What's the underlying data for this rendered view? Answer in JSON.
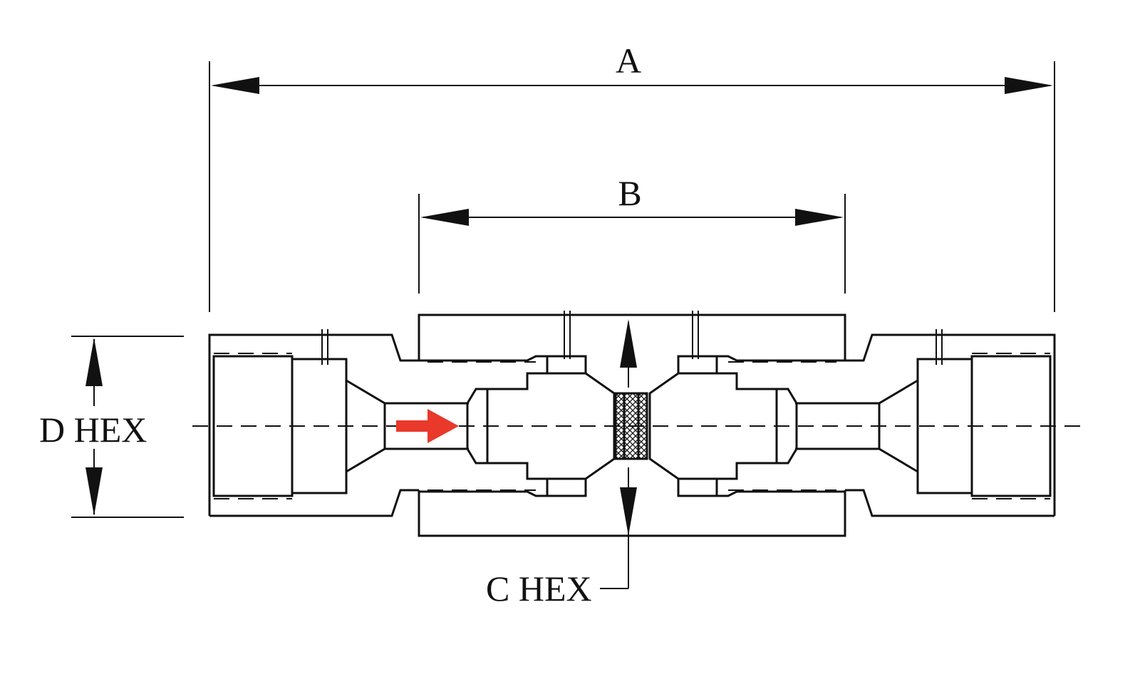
{
  "dimensions": {
    "a": "A",
    "b": "B",
    "c_hex": "C HEX",
    "d_hex": "D HEX"
  },
  "colors": {
    "line": "#111111",
    "flow_arrow": "#e8392a",
    "background": "#ffffff"
  },
  "icons": {
    "flow": "flow-direction-arrow"
  }
}
